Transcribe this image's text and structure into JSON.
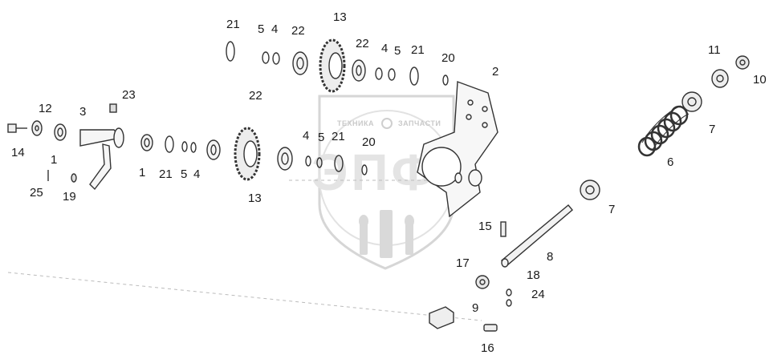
{
  "watermark": {
    "top_left": "ТЕХНИКА",
    "top_right": "ЗАПЧАСТИ",
    "logo": "ЭПФ"
  },
  "part_labels": [
    "21",
    "5",
    "4",
    "22",
    "13",
    "22",
    "4",
    "5",
    "21",
    "20",
    "2",
    "11",
    "10",
    "7",
    "6",
    "7",
    "12",
    "3",
    "23",
    "22",
    "4",
    "5",
    "21",
    "20",
    "14",
    "1",
    "1",
    "21",
    "5",
    "4",
    "25",
    "19",
    "13",
    "15",
    "8",
    "17",
    "18",
    "24",
    "9",
    "16"
  ]
}
